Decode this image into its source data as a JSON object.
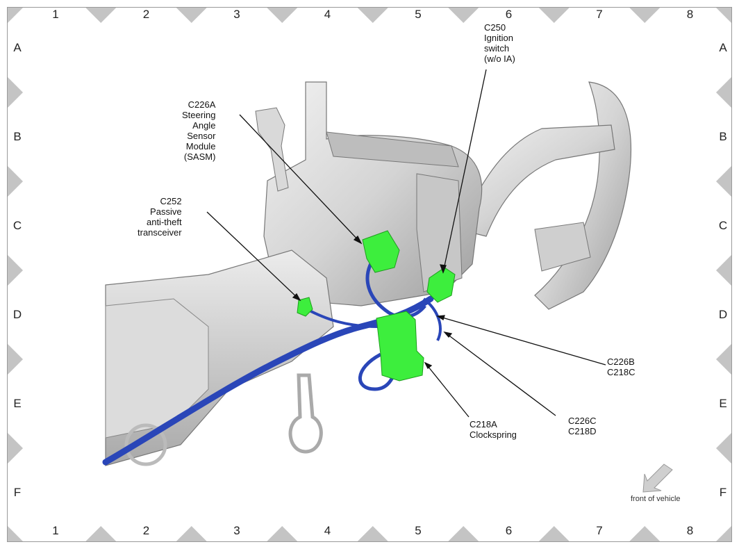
{
  "grid": {
    "columns": [
      "1",
      "2",
      "3",
      "4",
      "5",
      "6",
      "7",
      "8"
    ],
    "rows": [
      "A",
      "B",
      "C",
      "D",
      "E",
      "F"
    ]
  },
  "callouts": {
    "c250": [
      "C250",
      "Ignition",
      "switch",
      "(w/o IA)"
    ],
    "c226a": [
      "C226A",
      "Steering",
      "Angle",
      "Sensor",
      "Module",
      "(SASM)"
    ],
    "c252": [
      "C252",
      "Passive",
      "anti-theft",
      "transceiver"
    ],
    "c226b": [
      "C226B",
      "C218C"
    ],
    "c226c": [
      "C226C",
      "C218D"
    ],
    "c218a": [
      "C218A",
      "Clockspring"
    ]
  },
  "front_of_vehicle": "front of vehicle",
  "colors": {
    "connector": "#3dee3d",
    "harness": "#2a46b8",
    "body": "#d7d7d7",
    "marker": "#c4c4c4"
  }
}
